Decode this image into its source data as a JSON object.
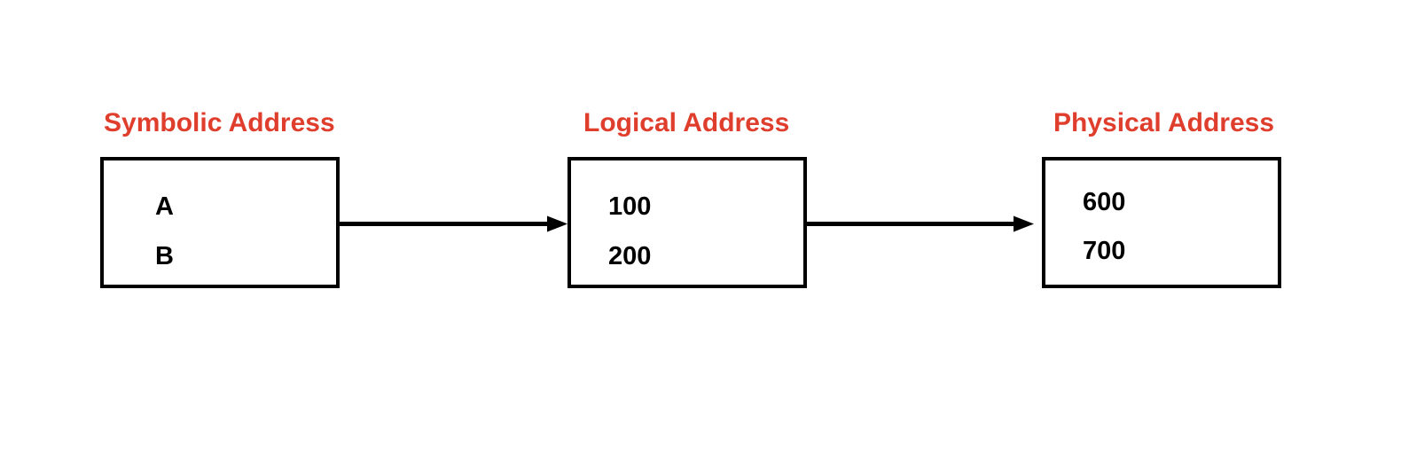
{
  "diagram": {
    "background_color": "#FFFFFF",
    "title_color": "#E03E2D",
    "line_color": "#000000",
    "groups": [
      {
        "title": "Symbolic Address",
        "items": [
          "A",
          "B"
        ]
      },
      {
        "title": "Logical Address",
        "items": [
          "100",
          "200"
        ]
      },
      {
        "title": "Physical Address",
        "items": [
          "600",
          "700"
        ]
      }
    ],
    "icons": {
      "arrow_right": "black right-pointing arrow connector"
    }
  }
}
